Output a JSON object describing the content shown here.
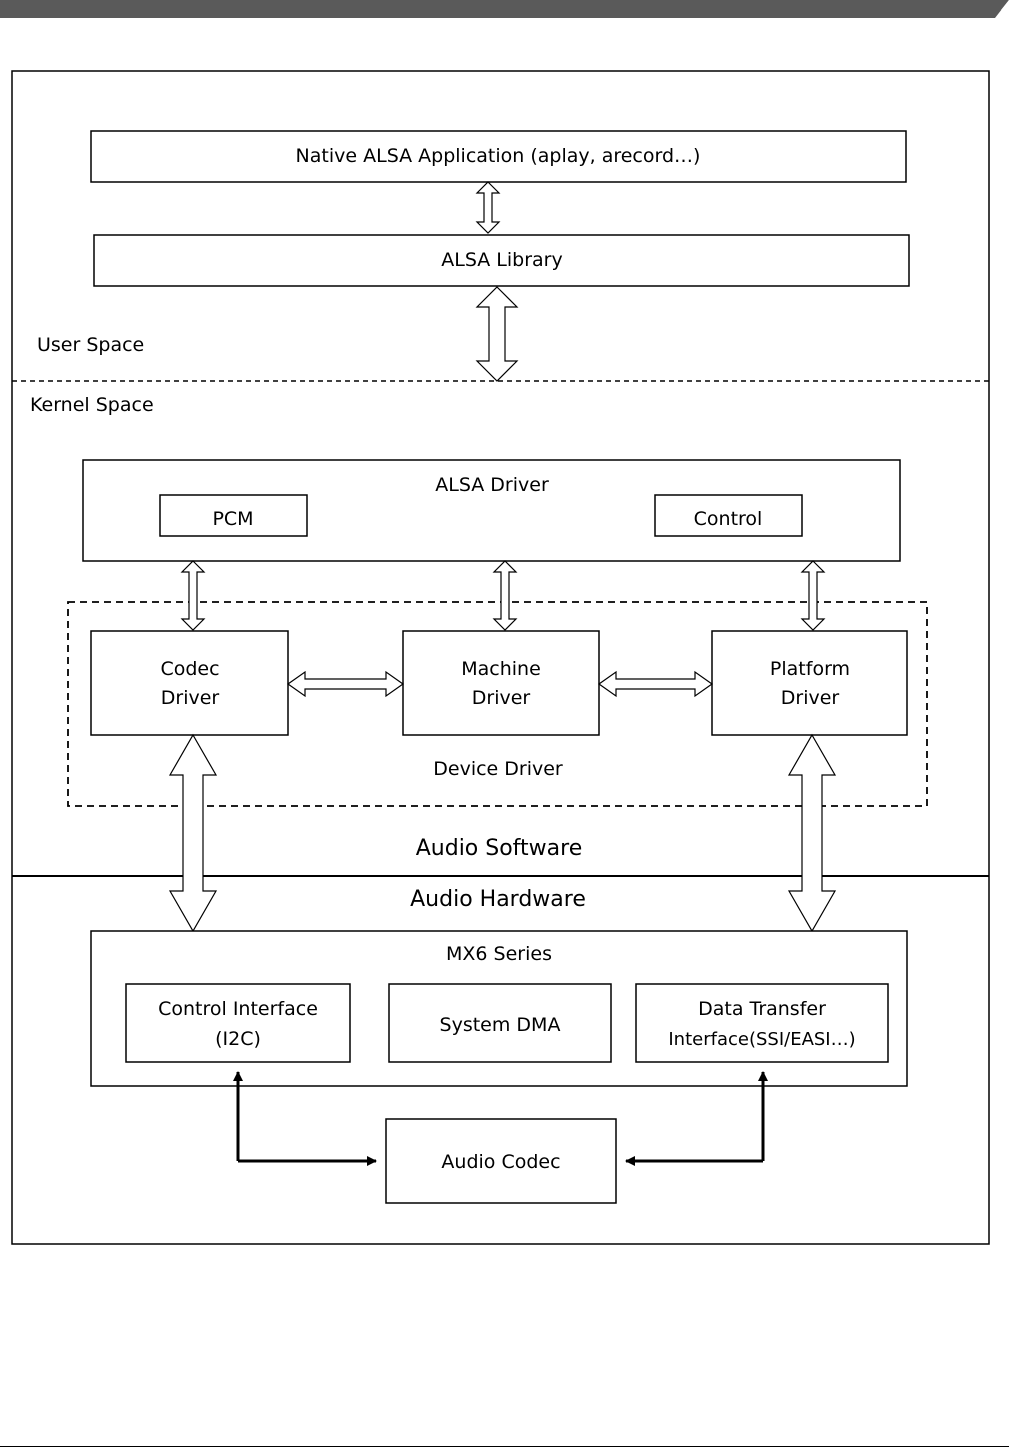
{
  "user_space": {
    "label": "User Space",
    "native_app": "Native ALSA Application (aplay, arecord…)",
    "alsa_library": "ALSA Library"
  },
  "kernel_space": {
    "label": "Kernel Space",
    "alsa_driver": {
      "title": "ALSA Driver",
      "pcm": "PCM",
      "control": "Control"
    },
    "device_driver": {
      "label": "Device Driver",
      "codec_driver": [
        "Codec",
        "Driver"
      ],
      "machine_driver": [
        "Machine",
        "Driver"
      ],
      "platform_driver": [
        "Platform",
        "Driver"
      ]
    },
    "audio_software_label": "Audio Software"
  },
  "hardware": {
    "label": "Audio Hardware",
    "soc": {
      "title": "MX6 Series",
      "control_interface": [
        "Control Interface",
        "(I2C)"
      ],
      "system_dma": "System DMA",
      "data_transfer": [
        "Data Transfer",
        "Interface(SSI/EASI…)"
      ]
    },
    "audio_codec": "Audio Codec"
  },
  "colors": {
    "header_bar": "#5a5a5a",
    "line": "#000000",
    "background": "#ffffff"
  }
}
